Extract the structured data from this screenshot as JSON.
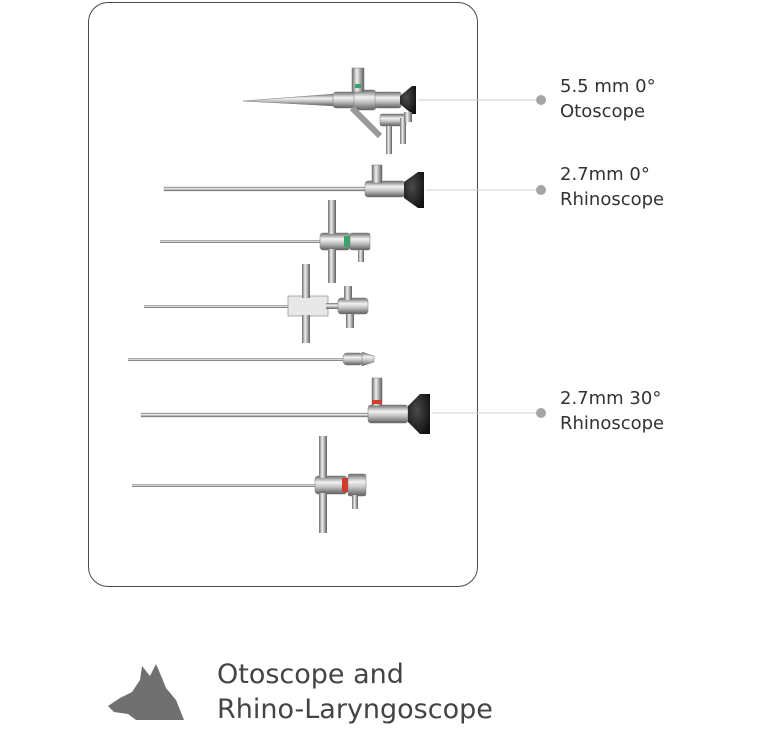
{
  "callouts": [
    {
      "line1": "5.5 mm 0°",
      "line2": "Otoscope"
    },
    {
      "line1": "2.7mm 0°",
      "line2": "Rhinoscope"
    },
    {
      "line1": "2.7mm 30°",
      "line2": "Rhinoscope"
    }
  ],
  "footer": {
    "line1": "Otoscope and",
    "line2": "Rhino-Laryngoscope",
    "icon": "wolf-head-icon"
  },
  "colors": {
    "ring_green": "#3aa36b",
    "ring_red": "#d23a2a",
    "eyepiece": "#1e1e1e",
    "icon_gray": "#707070"
  }
}
